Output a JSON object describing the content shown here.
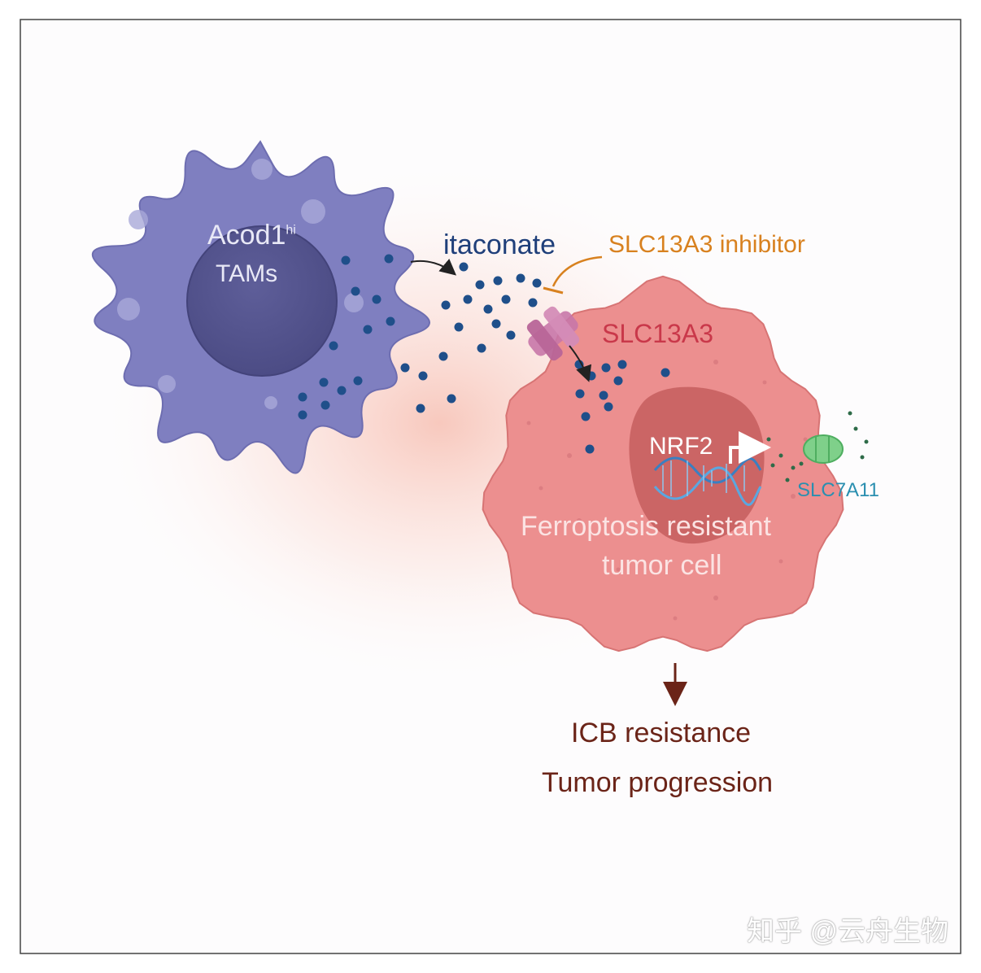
{
  "tam": {
    "name": "Acod1",
    "superscript": "hi",
    "subtitle": "TAMs"
  },
  "metabolite": "itaconate",
  "inhibitor": "SLC13A3 inhibitor",
  "transporter": "SLC13A3",
  "transcription_factor": "NRF2",
  "target_gene": "SLC7A11",
  "tumor": {
    "line1": "Ferroptosis resistant",
    "line2": "tumor cell"
  },
  "outcomes": [
    "ICB resistance",
    "Tumor progression"
  ],
  "watermark": "知乎 @云舟生物",
  "colors": {
    "tam_body": "#7f7fc0",
    "tam_nucleus": "#55558f",
    "tumor_body": "#ec8f8f",
    "tumor_nucleus": "#c86060",
    "dots": "#1f4f8a",
    "inhibitor": "#d8811f",
    "transporter_text": "#c9384a",
    "slc7a11_text": "#2a8fb0",
    "slc7a11_protein": "#7fd08a",
    "outcome_text": "#6b2418"
  }
}
